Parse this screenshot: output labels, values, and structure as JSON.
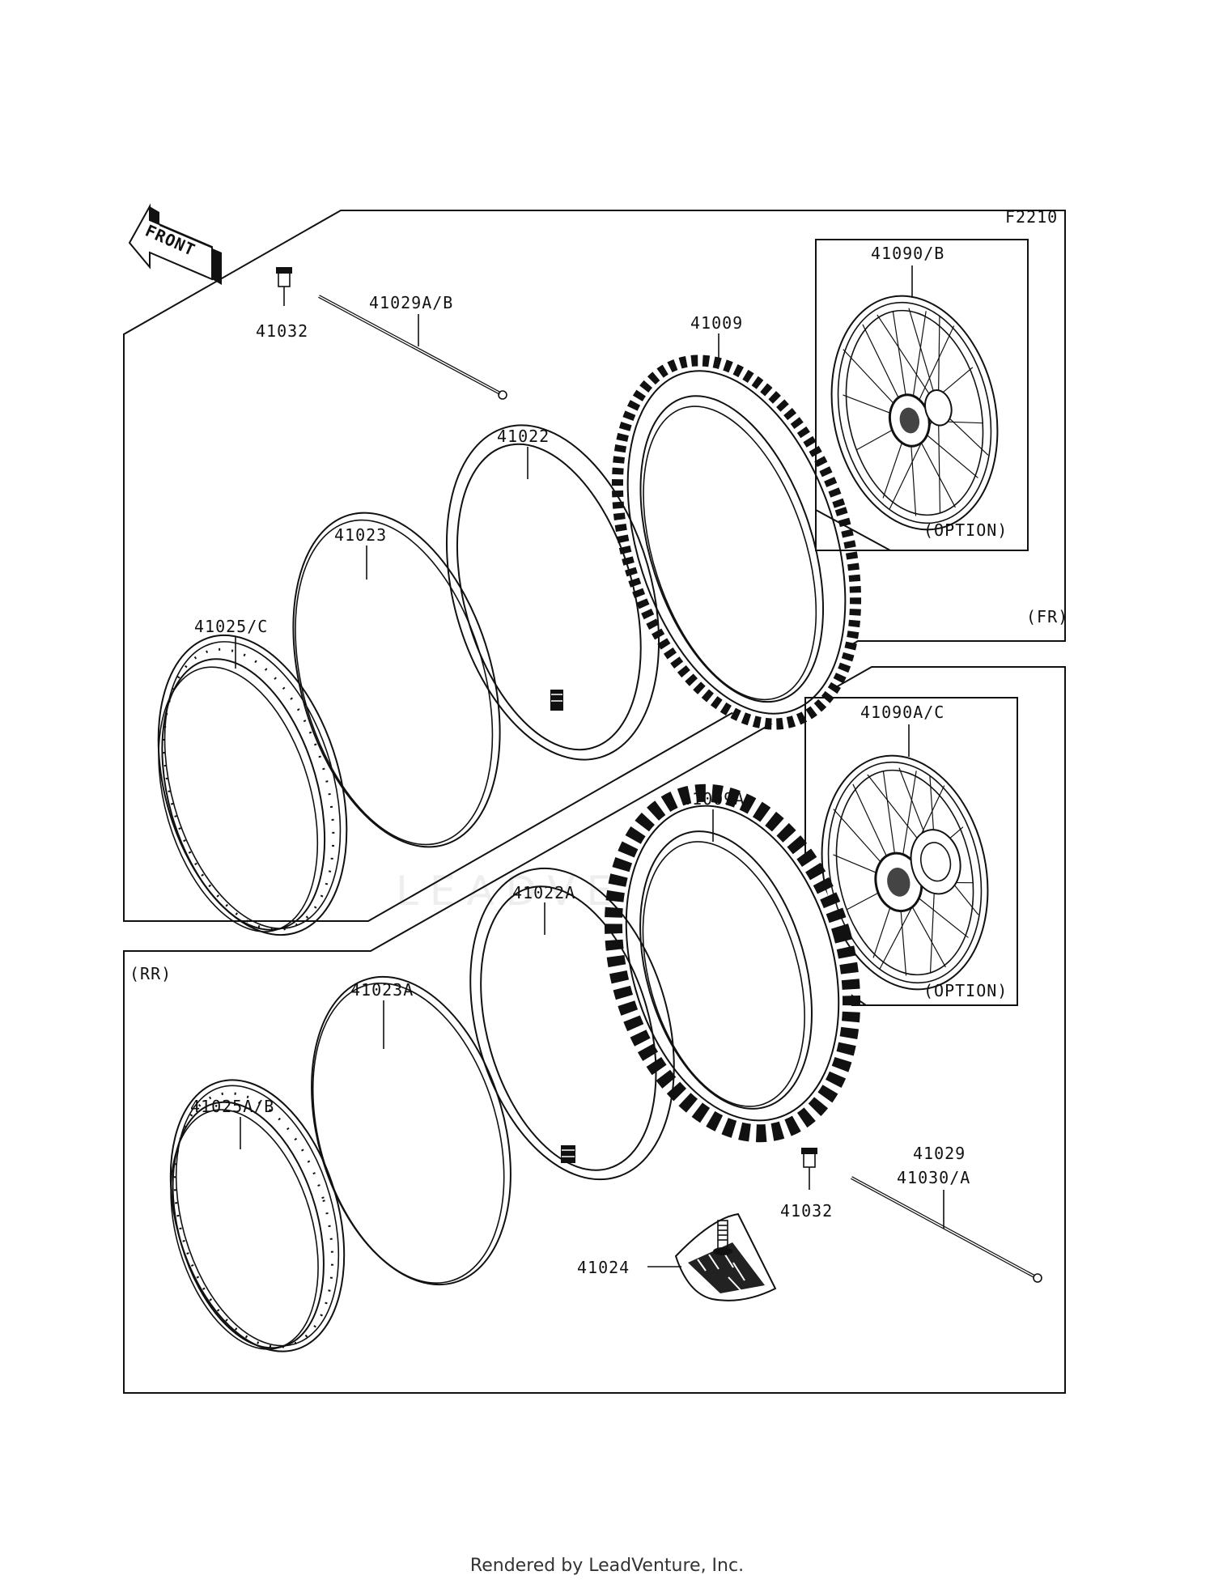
{
  "diagram": {
    "code": "F2210",
    "front_label": "FRONT",
    "front_section": "(FR)",
    "rear_section": "(RR)",
    "option_front": "(OPTION)",
    "option_rear": "(OPTION)",
    "parts": {
      "p41032_top": "41032",
      "p41029ab": "41029A/B",
      "p41009": "41009",
      "p41090b": "41090/B",
      "p41022": "41022",
      "p41023": "41023",
      "p41025c": "41025/C",
      "p41090ac": "41090A/C",
      "p41009a": "41009A",
      "p41022a": "41022A",
      "p41023a": "41023A",
      "p41025ab": "41025A/B",
      "p41029": "41029",
      "p41030a": "41030/A",
      "p41032_bottom": "41032",
      "p41024": "41024"
    },
    "watermark": "LEADVENTURE"
  },
  "footer": {
    "rendered_by": "Rendered by LeadVenture, Inc."
  }
}
